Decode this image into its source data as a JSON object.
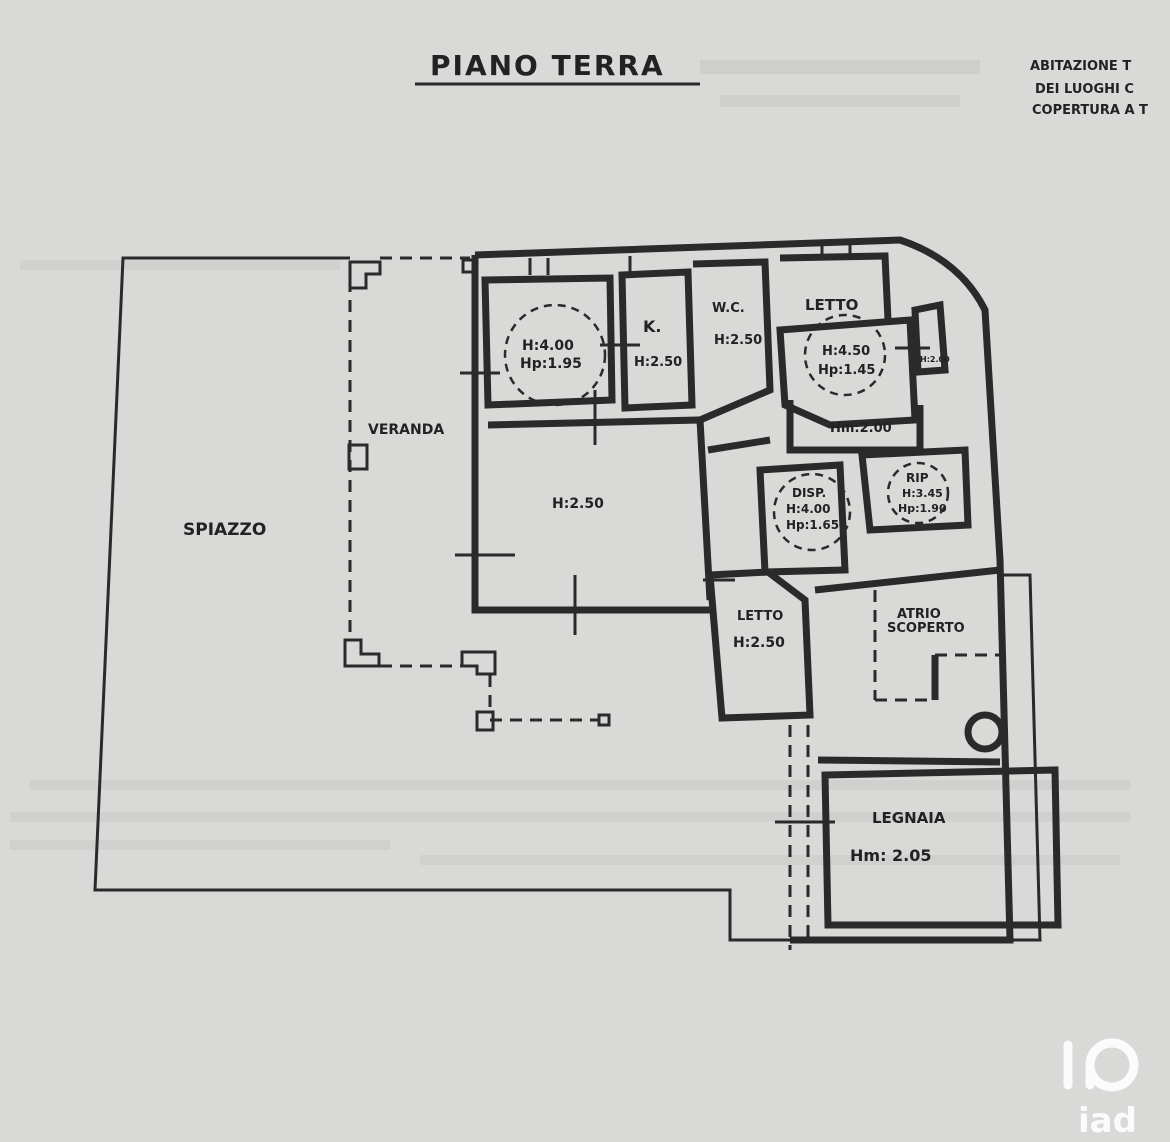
{
  "title": "PIANO TERRA",
  "header_note": [
    "ABITAZIONE T",
    "DEI LUOGHI C",
    "COPERTURA A T"
  ],
  "rooms": {
    "spiazzo": "SPIAZZO",
    "veranda": "VERANDA",
    "room1": {
      "h": "H:4.00",
      "hp": "Hp:1.95"
    },
    "kitchen": {
      "label": "K.",
      "h": "H:2.50"
    },
    "wc": {
      "label": "W.C.",
      "h": "H:2.50"
    },
    "letto_top": {
      "label": "LETTO",
      "h": "H:4.50",
      "hp": "Hp:1.45"
    },
    "small": {
      "h": "H:2.00"
    },
    "corridor": {
      "h": "Hm:2.00"
    },
    "living": {
      "h": "H:2.50"
    },
    "disp": {
      "label": "DISP.",
      "h": "H:4.00",
      "hp": "Hp:1.65"
    },
    "rip": {
      "label": "RIP",
      "h": "H:3.45",
      "hp": "Hp:1.90"
    },
    "letto_bottom": {
      "label": "LETTO",
      "h": "H:2.50"
    },
    "atrio": {
      "label1": "ATRIO",
      "label2": "SCOPERTO"
    },
    "legnaia": {
      "label": "LEGNAIA",
      "h": "Hm: 2.05"
    }
  },
  "watermark": {
    "brand": "iad",
    "color": "#ffffff"
  }
}
